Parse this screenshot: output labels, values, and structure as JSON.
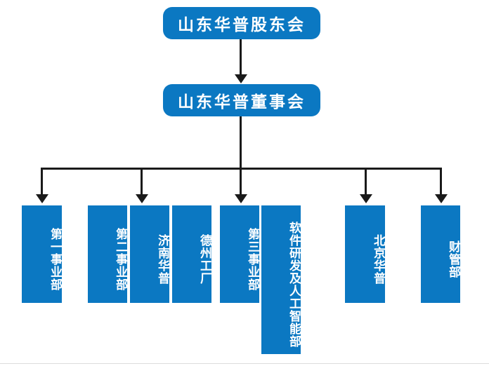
{
  "diagram": {
    "title_level_1": "山东华普股东会",
    "title_level_2": "山东华普董事会",
    "accent_color": "#0B78C2",
    "connector_color": "#1a1a1a",
    "text_color": "#ffffff",
    "background_color": "#ffffff",
    "divider_color": "#dcdcdc"
  },
  "nodes": {
    "shareholders": {
      "label": "山东华普股东会"
    },
    "board": {
      "label": "山东华普董事会"
    }
  },
  "branches": [
    {
      "arrow_name": "branch-arrow-1",
      "units": [
        {
          "label": "第一事业部"
        }
      ]
    },
    {
      "arrow_name": "branch-arrow-2",
      "units": [
        {
          "label": "第二事业部"
        },
        {
          "label": "济南华普"
        },
        {
          "label": "德州工厂"
        }
      ]
    },
    {
      "arrow_name": "branch-arrow-3",
      "units": [
        {
          "label": "第三事业部"
        },
        {
          "label": "软件研发及人工智能部"
        }
      ]
    },
    {
      "arrow_name": "branch-arrow-4",
      "units": [
        {
          "label": "北京华普"
        }
      ]
    },
    {
      "arrow_name": "branch-arrow-5",
      "units": [
        {
          "label": "财管部"
        }
      ]
    }
  ],
  "leaf_labels": {
    "d1": "第一事业部",
    "d2": "第二事业部",
    "jinan": "济南华普",
    "dezhou": "德州工厂",
    "d3": "第三事业部",
    "software": "软件研发及人工智能部",
    "beijing": "北京华普",
    "finance": "财管部"
  }
}
